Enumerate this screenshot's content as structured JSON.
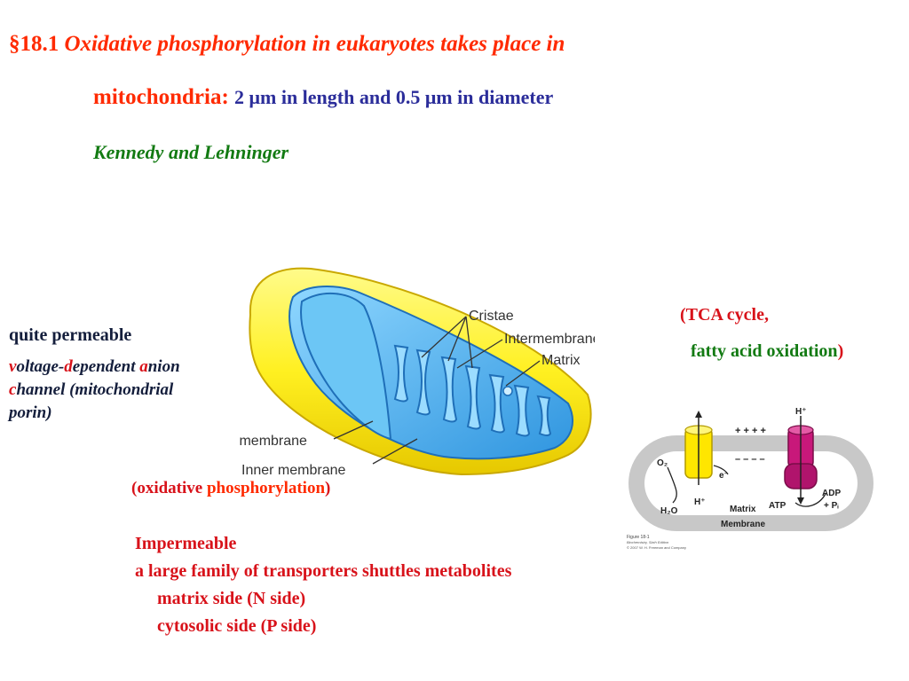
{
  "title": {
    "section": "§18.1",
    "line1": "Oxidative phosphorylation in eukaryotes takes place in",
    "line2_head": "mitochondria:",
    "line2_size": "2 μm in length and 0.5 μm in diameter",
    "authors": "Kennedy and Lehninger"
  },
  "outer_membrane_notes": {
    "permeable": "quite permeable",
    "vdac": {
      "v": "v",
      "oltage": "oltage-",
      "d": "d",
      "ependent": "ependent ",
      "a": "a",
      "nion": "nion",
      "c": "c",
      "hannel": "hannel (mitochondrial",
      "porin": "porin)"
    }
  },
  "mito_labels": {
    "cristae": "Cristae",
    "intermembrane": "Intermembrane space",
    "matrix": "Matrix",
    "outer": "Outer membrane",
    "inner": "Inner membrane"
  },
  "oxphos": {
    "open": "(",
    "oxidative": "oxidative ",
    "phosphorylation": "phosphorylation",
    "close": ")"
  },
  "matrix_notes": {
    "tca": "(TCA cycle,",
    "fatty": "fatty acid oxidation",
    "close": ")"
  },
  "inner_membrane_notes": {
    "impermeable": "Impermeable",
    "transporters": "a large family of transporters shuttles metabolites",
    "matrix_side": "matrix side (N side)",
    "cytosolic_side": "cytosolic side (P side)"
  },
  "membrane_diagram": {
    "o2": "O₂",
    "h2o": "H₂O",
    "h_left": "H⁺",
    "e_minus": "e⁻",
    "plus": "+ + + +",
    "minus": "– – – –",
    "h_top": "H⁺",
    "adp": "ADP",
    "pi": "+ Pᵢ",
    "atp": "ATP",
    "matrix": "Matrix",
    "membrane": "Membrane",
    "fig_line1": "Figure 18-1",
    "fig_line2": "Biochemistry, Sixth Edition",
    "fig_line3": "© 2007 W. H. Freeman and Company"
  },
  "colors": {
    "title_red": "#ff2a00",
    "size_blue": "#2b2d9a",
    "author_green": "#127a12",
    "body_red": "#d8121a",
    "outer_yellow": "#fff021",
    "inner_blue": "#4fb6ef"
  }
}
